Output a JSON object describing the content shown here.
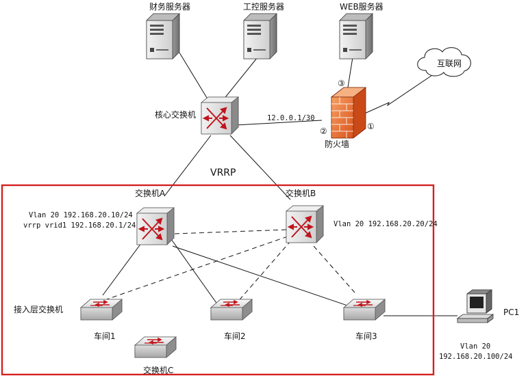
{
  "servers": {
    "finance": "财务服务器",
    "industrial": "工控服务器",
    "web": "WEB服务器"
  },
  "internet": "互联网",
  "core_switch": "核心交换机",
  "core_link_ip": "12.0.0.1/30",
  "firewall": {
    "label": "防火墙",
    "port1": "①",
    "port2": "②",
    "port3": "③"
  },
  "vrrp": "VRRP",
  "switch_a": {
    "label": "交换机A",
    "vlan": "Vlan 20 192.168.20.10/24",
    "vrrp": "vrrp vrid1 192.168.20.1/24"
  },
  "switch_b": {
    "label": "交换机B",
    "vlan": "Vlan 20 192.168.20.20/24"
  },
  "access_layer": "接入层交换机",
  "workshops": [
    "车间1",
    "车间2",
    "车间3"
  ],
  "switch_c": "交换机C",
  "pc": {
    "label": "PC1",
    "vlan": "Vlan 20",
    "ip": "192.168.20.100/24"
  },
  "colors": {
    "frame": "#d42020",
    "switch_arrow": "#c0141c",
    "firewall": "#e8642a"
  }
}
